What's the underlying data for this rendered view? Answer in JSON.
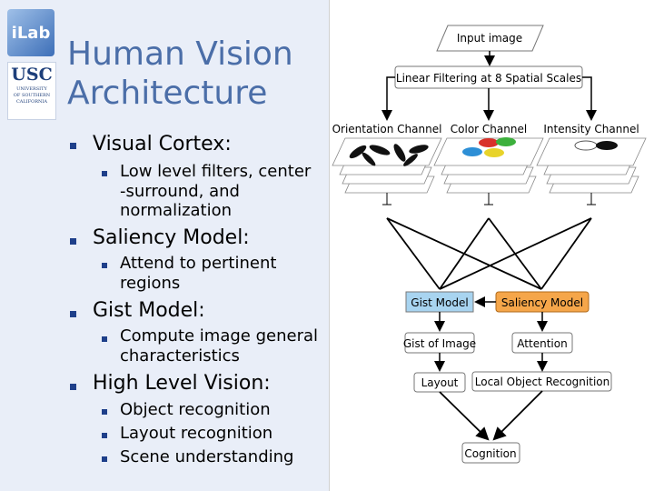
{
  "logos": {
    "ilab": "iLab",
    "usc": "USC",
    "usc_sub": [
      "UNIVERSITY",
      "OF SOUTHERN",
      "CALIFORNIA"
    ]
  },
  "slide": {
    "title_lines": [
      "Human Vision",
      "Architecture"
    ],
    "bullets": [
      {
        "text": "Visual Cortex:",
        "sub": [
          "Low level filters, center",
          "-surround, and",
          "normalization"
        ]
      },
      {
        "text": "Saliency Model:",
        "sub": [
          "Attend to pertinent",
          "regions"
        ]
      },
      {
        "text": "Gist Model:",
        "sub": [
          "Compute image general",
          "characteristics"
        ]
      },
      {
        "text": "High Level Vision:",
        "sub": [
          "Object recognition",
          "Layout recognition",
          "Scene understanding"
        ]
      }
    ]
  },
  "diagram": {
    "input": "Input image",
    "filtering": "Linear Filtering at 8 Spatial Scales",
    "channels": [
      "Orientation Channel",
      "Color Channel",
      "Intensity Channel"
    ],
    "gist_model": "Gist Model",
    "saliency_model": "Saliency Model",
    "gist_of_image": "Gist of Image",
    "attention": "Attention",
    "layout": "Layout",
    "local_object_recognition": "Local Object Recognition",
    "cognition": "Cognition"
  },
  "colors": {
    "title": "#4b6ea8",
    "bullet": "#1e3f8a",
    "gist_model_fill": "#a8d4f0",
    "saliency_model_fill": "#f5a64a",
    "color_channel": [
      "#2d8fd6",
      "#d9312a",
      "#3cb03c",
      "#e8d32a"
    ]
  }
}
